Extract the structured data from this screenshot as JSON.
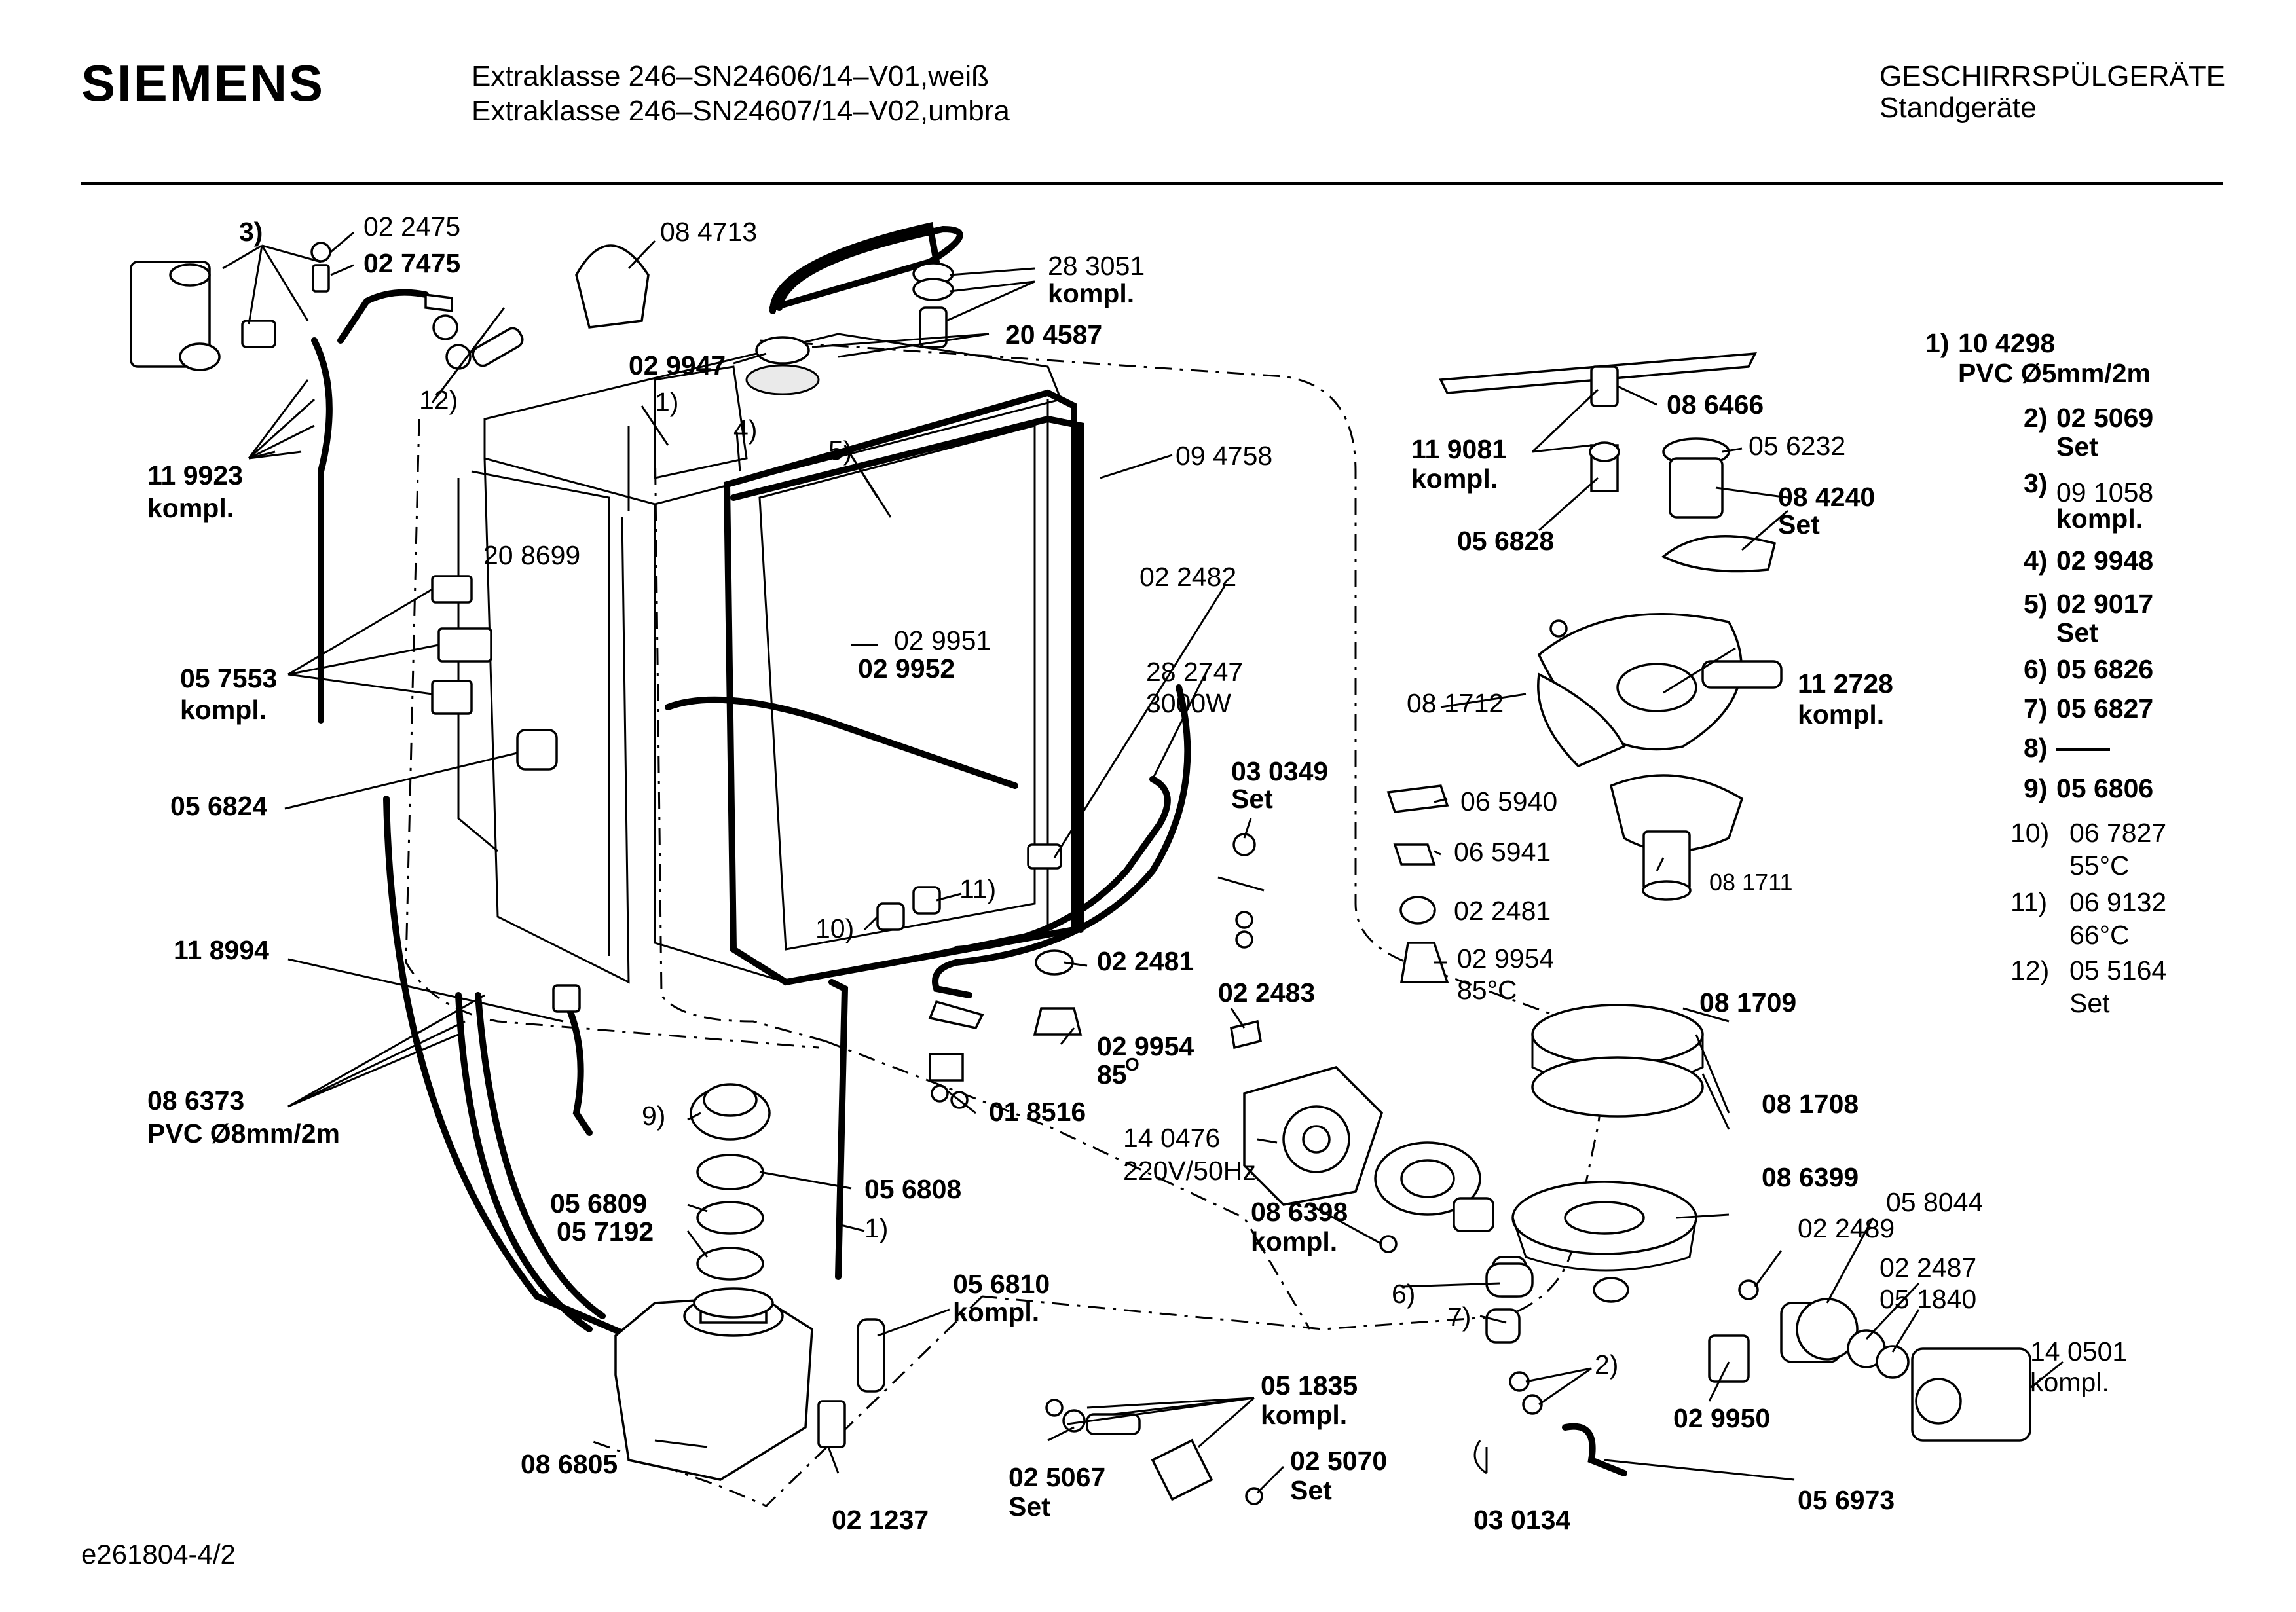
{
  "header": {
    "brand": "SIEMENS",
    "model_line_1": "Extraklasse 246–SN24606/14–V01,weiß",
    "model_line_2": "Extraklasse 246–SN24607/14–V02,umbra",
    "category": "GESCHIRRSPÜLGERÄTE",
    "subcategory": "Standgeräte"
  },
  "footer": {
    "drawing_id": "e261804-4/2"
  },
  "legend": [
    {
      "ref": "1)",
      "line1": "10 4298",
      "line2": "PVC Ø5mm/2m",
      "bold": true
    },
    {
      "ref": "2)",
      "line1": "02 5069",
      "line2": "Set",
      "bold": true
    },
    {
      "ref": "3)",
      "line1": "09 1058",
      "line2": "kompl.",
      "bold": false
    },
    {
      "ref": "4)",
      "line1": "02 9948",
      "line2": "",
      "bold": true
    },
    {
      "ref": "5)",
      "line1": "02 9017",
      "line2": "Set",
      "bold": true
    },
    {
      "ref": "6)",
      "line1": "05 6826",
      "line2": "",
      "bold": true
    },
    {
      "ref": "7)",
      "line1": "05 6827",
      "line2": "",
      "bold": true
    },
    {
      "ref": "8)",
      "line1": "——",
      "line2": "",
      "bold": true
    },
    {
      "ref": "9)",
      "line1": "05 6806",
      "line2": "",
      "bold": true
    },
    {
      "ref": "10)",
      "line1": "06 7827",
      "line2": "55°C",
      "bold": false
    },
    {
      "ref": "11)",
      "line1": "06 9132",
      "line2": "66°C",
      "bold": false
    },
    {
      "ref": "12)",
      "line1": "05 5164",
      "line2": "Set",
      "bold": false
    }
  ],
  "callouts": {
    "c3": "3)",
    "p022475": "02 2475",
    "p027475": "02 7475",
    "p084713": "08 4713",
    "p283051": "28 3051",
    "p283051k": "kompl.",
    "p029947": "02 9947",
    "p204587": "20 4587",
    "c12": "12)",
    "c1a": "1)",
    "c4": "4)",
    "c5": "5)",
    "p094758": "09 4758",
    "p119923": "11 9923",
    "p119923k": "kompl.",
    "p208699": "20 8699",
    "p022482": "02 2482",
    "p029951": "02 9951",
    "p029952": "02 9952",
    "p057553": "05 7553",
    "p057553k": "kompl.",
    "p282747": "28 2747",
    "p282747w": "3000W",
    "p056824": "05 6824",
    "p030349": "03 0349",
    "p030349s": "Set",
    "c11": "11)",
    "c10": "10)",
    "p118994": "11 8994",
    "p022481a": "02 2481",
    "p022483": "02 2483",
    "p029954a": "02 9954",
    "p029954b": "85",
    "p029954bsup": "O",
    "p086373": "08 6373",
    "p086373k": "PVC Ø8mm/2m",
    "c9": "9)",
    "p018516": "01 8516",
    "p140476": "14 0476",
    "p140476v": "220V/50Hz",
    "p056809": "05 6809",
    "p056808": "05 6808",
    "p057192": "05 7192",
    "c1b": "1)",
    "p086398": "08 6398",
    "p086398k": "kompl.",
    "c6": "6)",
    "c7": "7)",
    "p056810": "05 6810",
    "p056810k": "kompl.",
    "p051835": "05 1835",
    "p051835k": "kompl.",
    "p086805": "08 6805",
    "p025067": "02 5067",
    "p025067s": "Set",
    "p025070": "02 5070",
    "p025070s": "Set",
    "p021237": "02 1237",
    "p030134": "03 0134",
    "p056973": "05 6973",
    "c2": "2)",
    "p029950": "02 9950",
    "p086466": "08 6466",
    "p119081": "11 9081",
    "p119081k": "kompl.",
    "p056232": "05 6232",
    "p084240": "08 4240",
    "p084240s": "Set",
    "p056828": "05 6828",
    "p081712": "08 1712",
    "p112728": "11 2728",
    "p112728k": "kompl.",
    "p065940": "06 5940",
    "p065941": "06 5941",
    "p022481b": "02 2481",
    "p029954c": "02 9954",
    "p029954d": "85°C",
    "p081711": "08 1711",
    "p081709": "08 1709",
    "p081708": "08 1708",
    "p086399": "08 6399",
    "p022489": "02 2489",
    "p058044": "05 8044",
    "p022487": "02 2487",
    "p051840": "05 1840",
    "p140501": "14 0501",
    "p140501k": "kompl."
  }
}
